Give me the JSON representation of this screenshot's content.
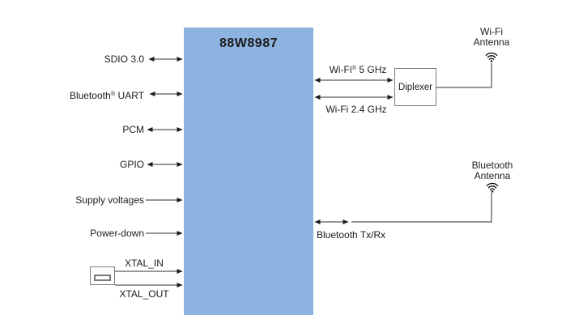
{
  "diagram": {
    "type": "block-diagram",
    "background": "#ffffff",
    "colors": {
      "chip_fill": "#8db3e1",
      "box_border": "#7a7a7a",
      "connector": "#2f2f2f",
      "text": "#1c1c1c"
    }
  },
  "chip": {
    "label": "88W8987"
  },
  "ports": {
    "sdio": {
      "label": "SDIO 3.0",
      "direction": "bidirectional"
    },
    "bt_uart": {
      "pre": "Bluetooth",
      "sup": "®",
      "post": " UART",
      "direction": "bidirectional"
    },
    "pcm": {
      "label": "PCM",
      "direction": "bidirectional"
    },
    "gpio": {
      "label": "GPIO",
      "direction": "bidirectional"
    },
    "supply": {
      "label": "Supply voltages",
      "direction": "input"
    },
    "power_down": {
      "label": "Power-down",
      "direction": "input"
    },
    "xtal_in": {
      "label": "XTAL_IN",
      "direction": "input"
    },
    "xtal_out": {
      "label": "XTAL_OUT",
      "direction": "input"
    }
  },
  "rf": {
    "wifi5": {
      "pre": "Wi-Fi",
      "sup": "®",
      "post": " 5 GHz",
      "direction": "bidirectional"
    },
    "wifi24": {
      "label": "Wi-Fi 2.4 GHz",
      "direction": "bidirectional"
    },
    "diplexer": {
      "label": "Diplexer"
    },
    "wifi_antenna": {
      "line1": "Wi-Fi",
      "line2": "Antenna",
      "icon": "wifi-signal"
    },
    "bt_antenna": {
      "line1": "Bluetooth",
      "line2": "Antenna",
      "icon": "wifi-signal"
    },
    "bt_txrx": {
      "label": "Bluetooth Tx/Rx",
      "direction": "bidirectional"
    }
  },
  "icons": {
    "crystal": "crystal-oscillator"
  }
}
